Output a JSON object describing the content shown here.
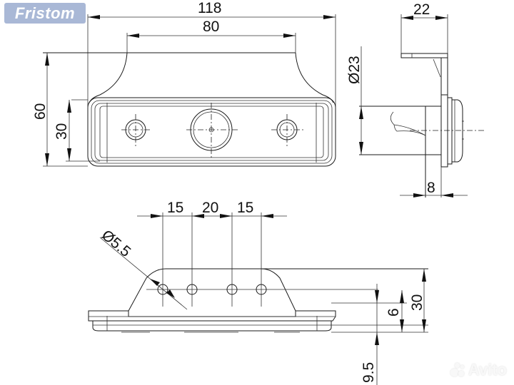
{
  "brand": {
    "logo_text": "Fristom",
    "logo_color": "#a9b8d6"
  },
  "watermark": {
    "text": "Avito"
  },
  "drawing": {
    "front_view": {
      "overall_width": "118",
      "base_width": "80",
      "overall_height": "60",
      "lens_height": "30"
    },
    "side_view": {
      "depth": "22",
      "diameter": "Ø23",
      "protrusion": "8"
    },
    "bottom_view": {
      "hole_spacing_1": "15",
      "hole_spacing_2": "20",
      "hole_spacing_3": "15",
      "hole_diameter": "Ø5.5",
      "hole_height": "6",
      "height": "30",
      "clearance": "9.5"
    }
  }
}
